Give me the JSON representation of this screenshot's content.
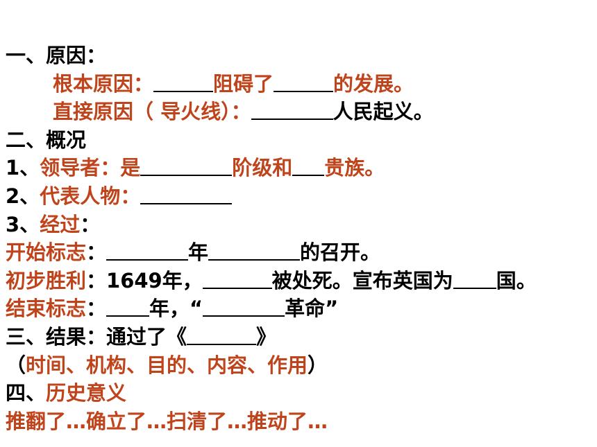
{
  "colors": {
    "text": "#000000",
    "highlight": "#c0441b",
    "background": "#ffffff"
  },
  "lines": {
    "l1": {
      "a": "一、原因："
    },
    "l2": {
      "a": "根本原因：",
      "b": "阻碍了",
      "c": "的发展。"
    },
    "l3": {
      "a": "直接原因（ 导火线）：",
      "b": "人民起义。"
    },
    "l4": {
      "a": "二、概况"
    },
    "l5": {
      "a": "1、",
      "b": "领导者：是",
      "c": "阶级和",
      "d": "贵族。"
    },
    "l6": {
      "a": "2、",
      "b": "代表人物："
    },
    "l7": {
      "a": "3、",
      "b": "经过",
      "c": "："
    },
    "l8": {
      "a": "开始标志",
      "b": "：",
      "c": "年",
      "d": "的召开。"
    },
    "l9": {
      "a": "初步胜利",
      "b": "：1649年，",
      "c": "被处死。宣布英国为",
      "d": "国。"
    },
    "l10": {
      "a": "结束标志",
      "b": "：",
      "c": "年，“",
      "d": "革命”"
    },
    "l11": {
      "a": "三、结果：通过了《",
      "b": "》"
    },
    "l12": {
      "a": "（",
      "b": "时间、机构、目的、内容、作用",
      "c": "）"
    },
    "l13": {
      "a": "四、",
      "b": "历史意义"
    },
    "l14": {
      "a": "推翻了…确立了…扫清了…推动了…"
    }
  }
}
